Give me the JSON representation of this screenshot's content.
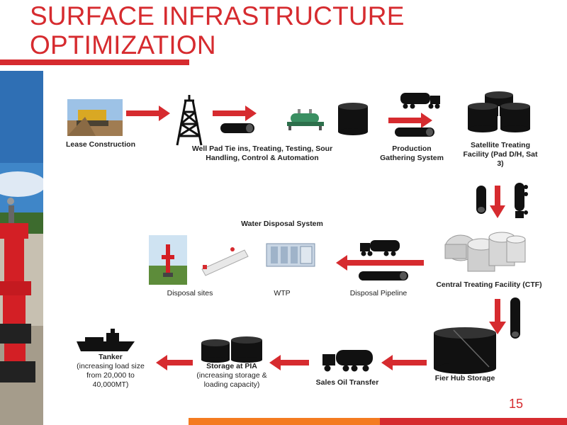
{
  "title": {
    "line1": "SURFACE INFRASTRUCTURE",
    "line2": "OPTIMIZATION"
  },
  "nodes": {
    "lease": "Lease Construction",
    "wellpad": "Well Pad Tie ins, Treating, Testing, Sour Handling, Control & Automation",
    "production": "Production Gathering System",
    "satellite": "Satellite Treating Facility (Pad D/H, Sat 3)",
    "water_title": "Water Disposal System",
    "disposal_sites": "Disposal sites",
    "wtp": "WTP",
    "disposal_pipeline": "Disposal Pipeline",
    "ctf": "Central Treating Facility (CTF)",
    "tanker_title": "Tanker",
    "tanker_sub": "(increasing load size from 20,000 to 40,000MT)",
    "storage_title": "Storage at PIA",
    "storage_sub": "(increasing storage & loading capacity)",
    "sales": "Sales Oil Transfer",
    "fier": "Fier Hub Storage"
  },
  "slide_number": "15",
  "colors": {
    "accent": "#d62b2f",
    "orange": "#f47b20",
    "icon": "#111111"
  },
  "icons": [
    "bulldozer-photo",
    "derrick-icon",
    "pipe-icon",
    "separator-icon",
    "tank-icon",
    "tanker-truck-icon",
    "tank-cluster-icon",
    "ctf-tanks-icon",
    "storage-tank-icon",
    "ship-icon",
    "disposal-rig-photo",
    "wtp-icon",
    "wellhead-photo"
  ]
}
